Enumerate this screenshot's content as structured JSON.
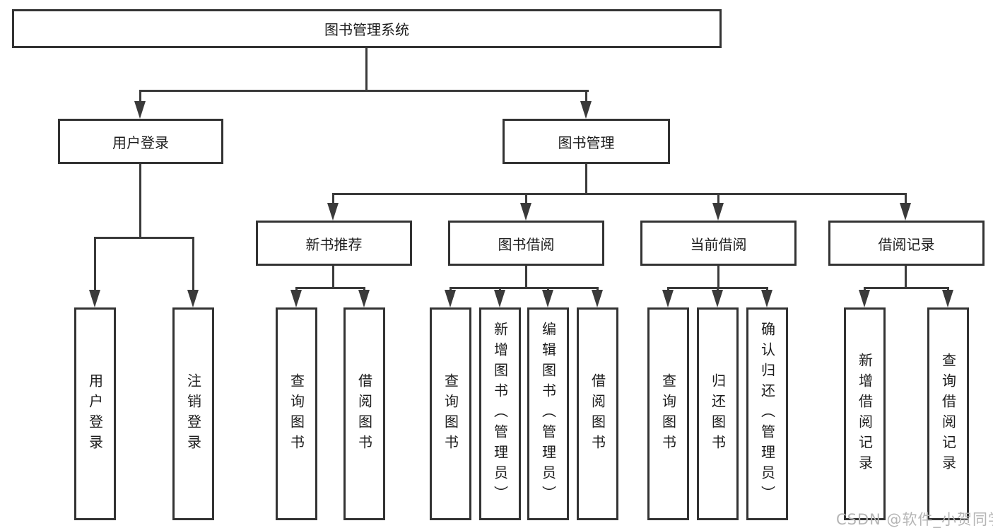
{
  "diagram": {
    "title_node": {
      "label": "图书管理系统"
    },
    "level2": [
      {
        "label": "用户登录"
      },
      {
        "label": "图书管理"
      }
    ],
    "level3": [
      {
        "label": "新书推荐"
      },
      {
        "label": "图书借阅"
      },
      {
        "label": "当前借阅"
      },
      {
        "label": "借阅记录"
      }
    ],
    "leaves": [
      {
        "label": "用户登录",
        "parent": "用户登录"
      },
      {
        "label": "注销登录",
        "parent": "用户登录"
      },
      {
        "label": "查询图书",
        "parent": "新书推荐"
      },
      {
        "label": "借阅图书",
        "parent": "新书推荐"
      },
      {
        "label": "查询图书",
        "parent": "图书借阅"
      },
      {
        "label": "新增图书（管理员）",
        "parent": "图书借阅"
      },
      {
        "label": "编辑图书（管理员）",
        "parent": "图书借阅"
      },
      {
        "label": "借阅图书",
        "parent": "图书借阅"
      },
      {
        "label": "查询图书",
        "parent": "当前借阅"
      },
      {
        "label": "归还图书",
        "parent": "当前借阅"
      },
      {
        "label": "确认归还（管理员）",
        "parent": "当前借阅"
      },
      {
        "label": "新增借阅记录",
        "parent": "借阅记录"
      },
      {
        "label": "查询借阅记录",
        "parent": "借阅记录"
      }
    ],
    "watermark": "CSDN @软件_小贺同学",
    "colors": {
      "line": "#3a3a3a",
      "box_border": "#333333",
      "box_fill": "#ffffff",
      "text": "#1d1d1d",
      "watermark": "#b5b5b5"
    }
  }
}
